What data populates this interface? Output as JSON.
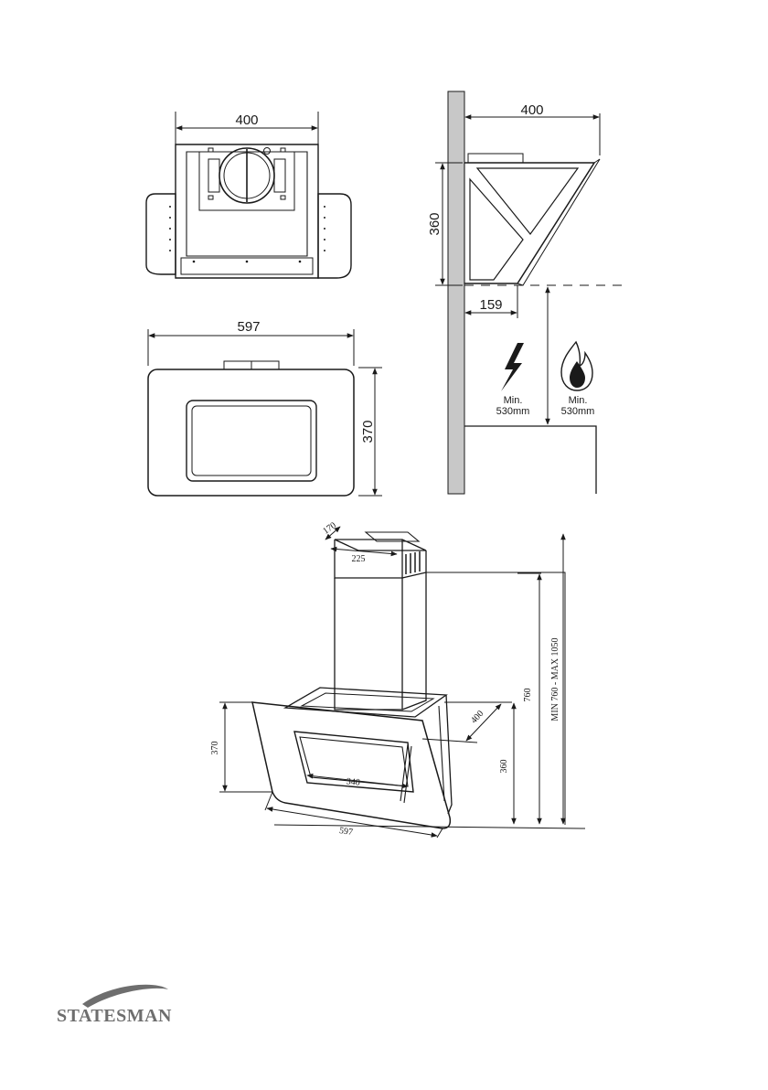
{
  "drawings": {
    "top_view": {
      "width_dim": "400"
    },
    "front_view": {
      "width_dim": "597",
      "height_dim": "370"
    },
    "side_view": {
      "depth_dim": "400",
      "height_dim": "360",
      "offset_dim": "159",
      "electric_label_line1": "Min.",
      "electric_label_line2": "530mm",
      "gas_label_line1": "Min.",
      "gas_label_line2": "530mm"
    },
    "perspective_view": {
      "chimney_depth": "170",
      "chimney_width": "225",
      "glass_height": "370",
      "inner_width": "340",
      "overall_width": "597",
      "hood_depth": "400",
      "hood_height": "360",
      "install_height": "760",
      "total_height_range": "MIN 760 - MAX 1050"
    }
  },
  "brand": {
    "name": "STATESMAN"
  },
  "icons": {
    "electric": "lightning-bolt-icon",
    "gas": "flame-icon"
  },
  "colors": {
    "line": "#1a1a1a",
    "wall": "#c8c8c8",
    "brand": "#6e6e6e"
  }
}
